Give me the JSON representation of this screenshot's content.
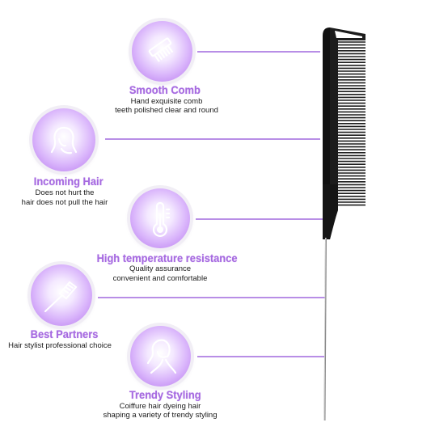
{
  "features": {
    "smooth_comb": {
      "title": "Smooth Comb",
      "desc_line1": "Hand exquisite comb",
      "desc_line2": "teeth polished clear and round",
      "icon": "comb-icon"
    },
    "incoming_hair": {
      "title": "Incoming Hair",
      "desc_line1": "Does not hurt the",
      "desc_line2": "hair does not pull the hair",
      "icon": "woman-head-icon"
    },
    "high_temp": {
      "title": "High temperature resistance",
      "desc_line1": "Quality assurance",
      "desc_line2": "convenient and comfortable",
      "icon": "thermometer-icon"
    },
    "best_partners": {
      "title": "Best Partners",
      "desc_line1": "Hair stylist professional choice",
      "icon": "rattail-comb-icon"
    },
    "trendy_styling": {
      "title": "Trendy Styling",
      "desc_line1": "Coiffure hair dyeing hair",
      "desc_line2": "shaping a variety of trendy styling",
      "icon": "hairstyle-icon"
    }
  },
  "colors": {
    "accent": "#a66ae0",
    "connector": "#b88ee6",
    "badge": "#c693f4",
    "comb": "#1c1c1c"
  }
}
